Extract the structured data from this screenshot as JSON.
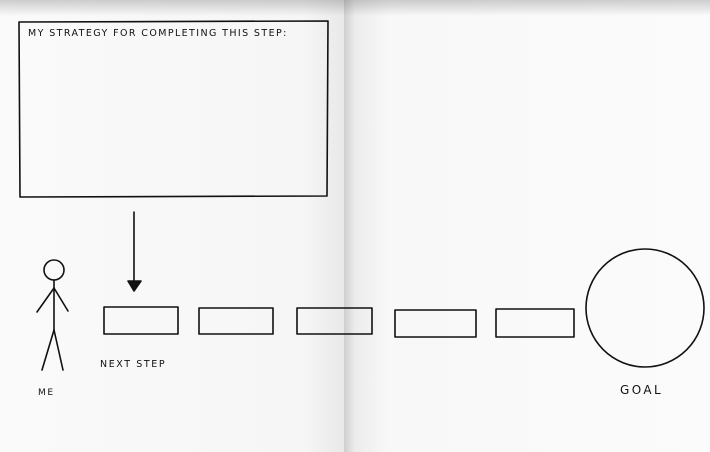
{
  "strategy_box": {
    "title": "MY STRATEGY FOR COMPLETING THIS STEP:"
  },
  "me": {
    "label": "ME"
  },
  "steps": {
    "next_label": "NEXT STEP",
    "count": 5
  },
  "goal": {
    "label": "GOAL"
  }
}
